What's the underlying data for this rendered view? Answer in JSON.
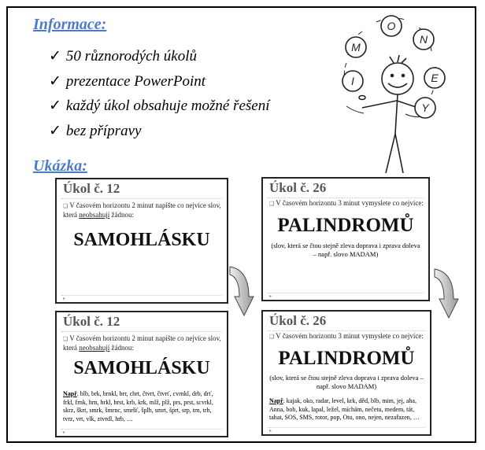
{
  "heading_info": "Informace:",
  "features": [
    {
      "icon": "check-icon",
      "text": "50 různorodých úkolů"
    },
    {
      "icon": "check-icon",
      "text": "prezentace PowerPoint"
    },
    {
      "icon": "check-icon",
      "text": "každý úkol obsahuje možné řešení"
    },
    {
      "icon": "check-icon",
      "text": "bez přípravy"
    }
  ],
  "check": "✓",
  "heading_sample": "Ukázka:",
  "illustration": {
    "coins": [
      "I",
      "M",
      "O",
      "N",
      "E",
      "Y"
    ]
  },
  "slides": {
    "s12": {
      "title": "Úkol č. 12",
      "bullet": "V časovém horizontu 2 minut napište co nejvíce slov, která",
      "underlined": "neobsahují",
      "bullet_end": "žádnou:",
      "big": "SAMOHLÁSKU",
      "example_label": "Např",
      "example": ". blb, brk, brnkl, brr, chrt, čtvrt, čtvrť, cvrnkl, drb, drť, frkl, frnk, hrn, hrkl, hrst, krb, krk, mlž, plž, prs, prst, scvrkl, skrz, škrt, smrk, šmrnc, smršť, šplh, smrt, šprt, srp, trn, trh, tvrz, vrt, vlk, ztvrdl, hrb, …"
    },
    "s26": {
      "title": "Úkol č. 26",
      "bullet": "V časovém horizontu 3 minut vymyslete co nejvíce:",
      "big": "PALINDROMŮ",
      "sub": "(slov, která se čtou stejně zleva doprava i zprava doleva – např. slovo MADAM)",
      "example_label": "Např",
      "example": ". kajak, oko, radar, level, krk, děd, blb, mim, jej, aha, Anna, bob, kuk, lapal, ležel, míchám, nečetu, medem, tát, tahat, SOS, SMS, rotor, pop, Oto, ono, nejen, nezařazen, …"
    }
  }
}
